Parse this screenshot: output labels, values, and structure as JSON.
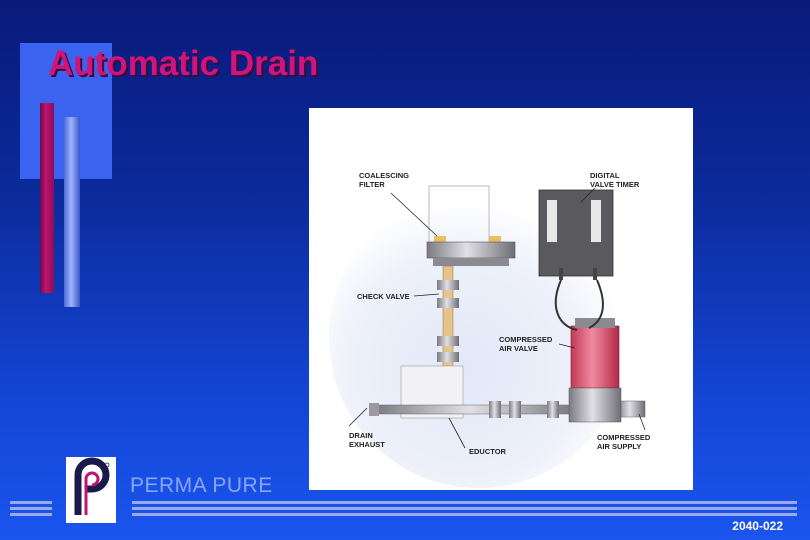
{
  "slide": {
    "title": "Automatic Drain",
    "brand": "PERMA PURE",
    "code": "2040-022"
  },
  "diagram": {
    "labels": {
      "coalescing_filter_1": "COALESCING",
      "coalescing_filter_2": "FILTER",
      "digital_valve_timer_1": "DIGITAL",
      "digital_valve_timer_2": "VALVE TIMER",
      "check_valve": "CHECK VALVE",
      "compressed_air_valve_1": "COMPRESSED",
      "compressed_air_valve_2": "AIR VALVE",
      "drain_exhaust_1": "DRAIN",
      "drain_exhaust_2": "EXHAUST",
      "eductor": "EDUCTOR",
      "compressed_air_supply_1": "COMPRESSED",
      "compressed_air_supply_2": "AIR SUPPLY"
    }
  },
  "colors": {
    "title": "#d0147c",
    "background": "#1446d6",
    "brand_text": "#8aa6ff"
  }
}
